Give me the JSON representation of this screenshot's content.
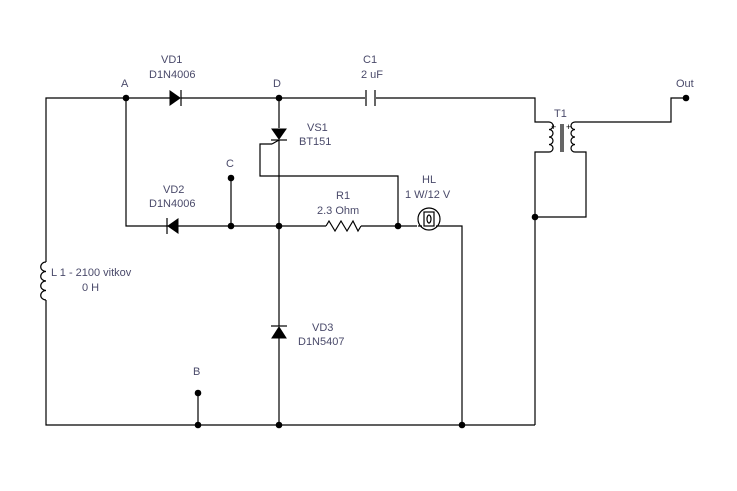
{
  "nodes": {
    "a": "A",
    "b": "B",
    "c": "C",
    "d": "D",
    "out": "Out"
  },
  "components": {
    "vd1": {
      "ref": "VD1",
      "value": "D1N4006"
    },
    "vd2": {
      "ref": "VD2",
      "value": "D1N4006"
    },
    "vd3": {
      "ref": "VD3",
      "value": "D1N5407"
    },
    "vs1": {
      "ref": "VS1",
      "value": "BT151"
    },
    "c1": {
      "ref": "C1",
      "value": "2 uF"
    },
    "r1": {
      "ref": "R1",
      "value": "2.3  Ohm"
    },
    "hl": {
      "ref": "HL",
      "value": "1 W/12 V"
    },
    "l1": {
      "ref": "L 1 - 2100 vitkov",
      "value": "0 H"
    },
    "t1": {
      "ref": "T1",
      "polarity_mark": "+"
    }
  }
}
